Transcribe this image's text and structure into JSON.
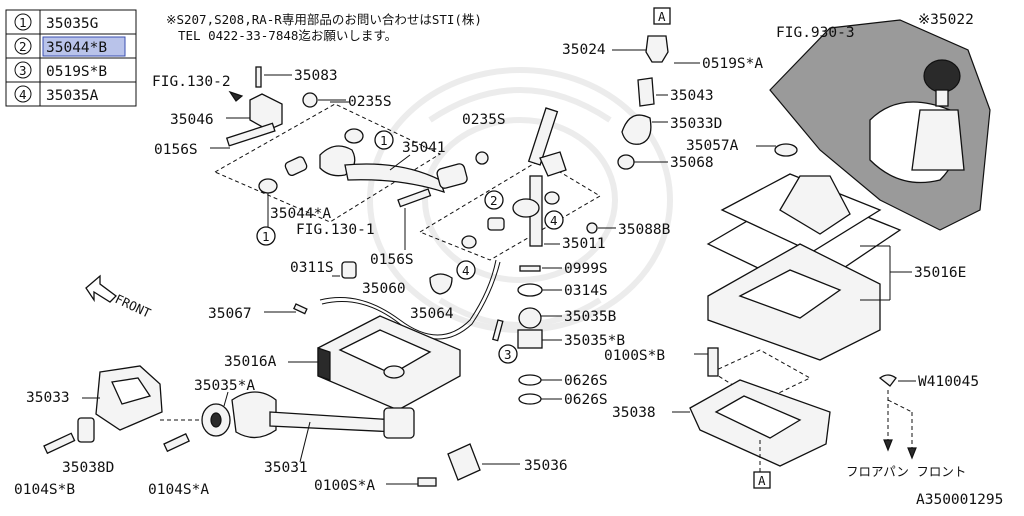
{
  "notice": {
    "line1": "※S207,S208,RA-R専用部品のお問い合わせはSTI(株)",
    "line2": "TEL 0422-33-7848迄お願いします。"
  },
  "legend": [
    {
      "num": "1",
      "code": "35035G",
      "highlighted": false
    },
    {
      "num": "2",
      "code": "35044*B",
      "highlighted": true
    },
    {
      "num": "3",
      "code": "0519S*B",
      "highlighted": false
    },
    {
      "num": "4",
      "code": "35035A",
      "highlighted": false
    }
  ],
  "labels": {
    "fig130_2": "FIG.130-2",
    "fig130_1": "FIG.130-1",
    "fig930_3": "FIG.930-3",
    "p35083": "35083",
    "p35046": "35046",
    "p0235s_a": "0235S",
    "p0156s_a": "0156S",
    "p35041": "35041",
    "p0235s_b": "0235S",
    "p35044a": "35044*A",
    "p0156s_b": "0156S",
    "p0311s": "0311S",
    "p35067": "35067",
    "p35060": "35060",
    "p35064": "35064",
    "p35016a": "35016A",
    "p35035a": "35035*A",
    "p35033": "35033",
    "p35038d": "35038D",
    "p0104sb": "0104S*B",
    "p0104sa": "0104S*A",
    "p35031": "35031",
    "p0100sa": "0100S*A",
    "p35036": "35036",
    "p35024": "35024",
    "p0519sa": "0519S*A",
    "p35043": "35043",
    "p35033d": "35033D",
    "p35068": "35068",
    "p35088b": "35088B",
    "p35011": "35011",
    "p0999s": "0999S",
    "p0314s": "0314S",
    "p35035b": "35035B",
    "p35035x": "35035*B",
    "p0626s_a": "0626S",
    "p0626s_b": "0626S",
    "p35057a": "35057A",
    "p35022": "※35022",
    "p35016e": "35016E",
    "p0100sb": "0100S*B",
    "p35038": "35038",
    "pw410045": "W410045",
    "front": "FRONT",
    "floor_front": "フロアパン フロント",
    "callout_a": "A",
    "diagram_id": "A350001295"
  },
  "callouts": {
    "one": "1",
    "two": "2",
    "three": "3",
    "four": "4"
  }
}
